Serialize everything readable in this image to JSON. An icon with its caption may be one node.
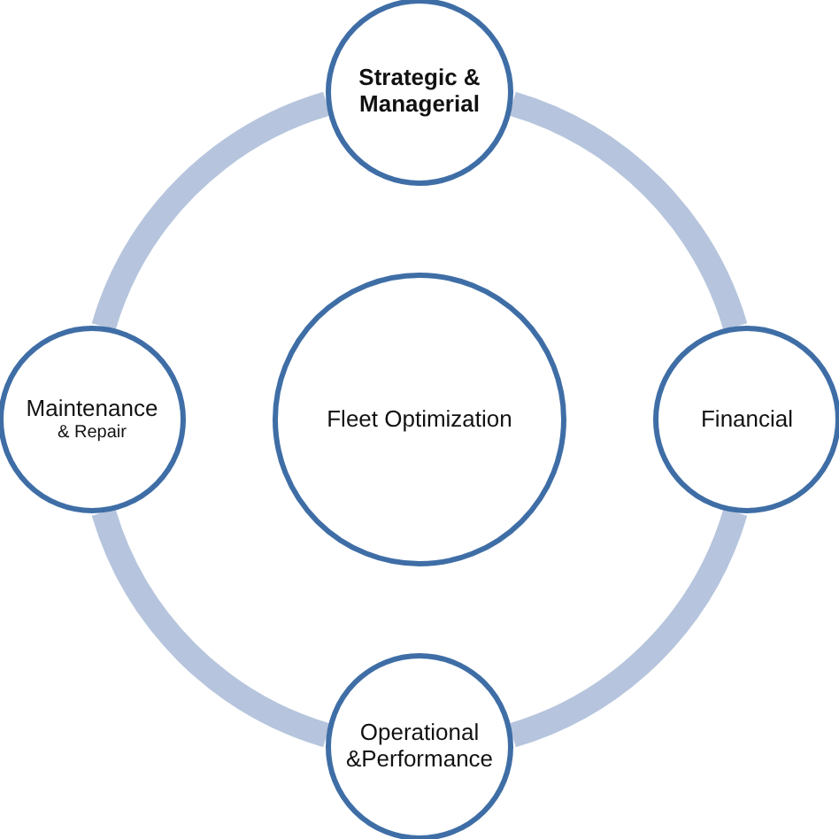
{
  "diagram": {
    "nodes": [
      {
        "text": [
          "Strategic & Managerial"
        ]
      },
      {
        "text": [
          "Maintenance",
          "& Repair"
        ]
      },
      {
        "text": [
          "Fleet Optimization"
        ]
      },
      {
        "text": [
          "Financial"
        ]
      },
      {
        "text": [
          "Operational &Performance"
        ]
      }
    ],
    "edges": [
      {
        "from": 0,
        "to": 3,
        "arrow": "none"
      },
      {
        "from": 3,
        "to": 4,
        "arrow": "none"
      },
      {
        "from": 4,
        "to": 1,
        "arrow": "none"
      },
      {
        "from": 1,
        "to": 0,
        "arrow": "none"
      }
    ]
  }
}
